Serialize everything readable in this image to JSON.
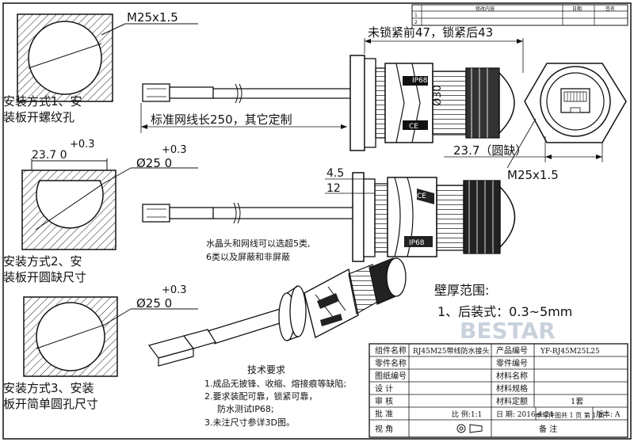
{
  "mount_labels": {
    "m1_line1": "安装方式1、安",
    "m1_line2": "装板开螺纹孔",
    "m2_line1": "安装方式2、安",
    "m2_line2": "装板开圆缺尺寸",
    "m3_line1": "安装方式3、安装",
    "m3_line2": "板开简单圆孔尺寸"
  },
  "dims": {
    "m25_top": "M25x1.5",
    "tol1": "+0.3",
    "w237": "23.7 0",
    "tol2": "+0.3",
    "d25a": "Ø25 0",
    "tol3": "+0.3",
    "d25b": "Ø25 0",
    "lock_len": "未锁紧前47，锁紧后43",
    "cable_len": "标准网线长250，其它定制",
    "notch": "23.7（圆缺）",
    "m25_right": "M25x1.5",
    "d45": "4.5",
    "d12": "12",
    "d30": "Ø30"
  },
  "body_marks": {
    "ip68_a": "IP68",
    "ce": "CE",
    "ip68_b": "IP68",
    "ce_b": "CE"
  },
  "notes": {
    "cable_note1": "水晶头和网线可以选超5类,",
    "cable_note2": "6类以及屏蔽和非屏蔽",
    "wall_title": "壁厚范围:",
    "wall_value": "1、后装式：0.3~5mm",
    "watermark": "BESTAR",
    "tech_title": "技术要求",
    "tech1": "1.成品无披锋、收缩、熔接痕等缺陷;",
    "tech2": "2.要求装配可靠，锁紧可靠，",
    "tech2b": "防水测试IP68;",
    "tech3": "3.未注尺寸参详3D图。"
  },
  "title_block": {
    "part_name_label": "组件名称",
    "part_name": "RJ45M25带线防水接头",
    "product_code_label": "产品编号",
    "product_code": "YF-RJ45M25L25",
    "part_no_label": "零件名称",
    "part_code_label": "零件编号",
    "drawing_no_label": "图纸编号",
    "material_label": "材料名称",
    "design_label": "设  计",
    "material_spec_label": "材料规格",
    "check_label": "审  核",
    "qty_label": "材料定额",
    "qty": "1套",
    "approve_label": "批  准",
    "scale": "比 例:1:1",
    "date": "日 期: 2016-4-21",
    "view_label": "视  角",
    "pages": "本零件图共 1 页 第 1 页",
    "version": "版本: A",
    "remark_label": "备  注"
  },
  "revision_block": {
    "col_change": "修改内容",
    "col_date": "日期",
    "col_sign": "签名",
    "row1": "1",
    "row2": "2"
  }
}
